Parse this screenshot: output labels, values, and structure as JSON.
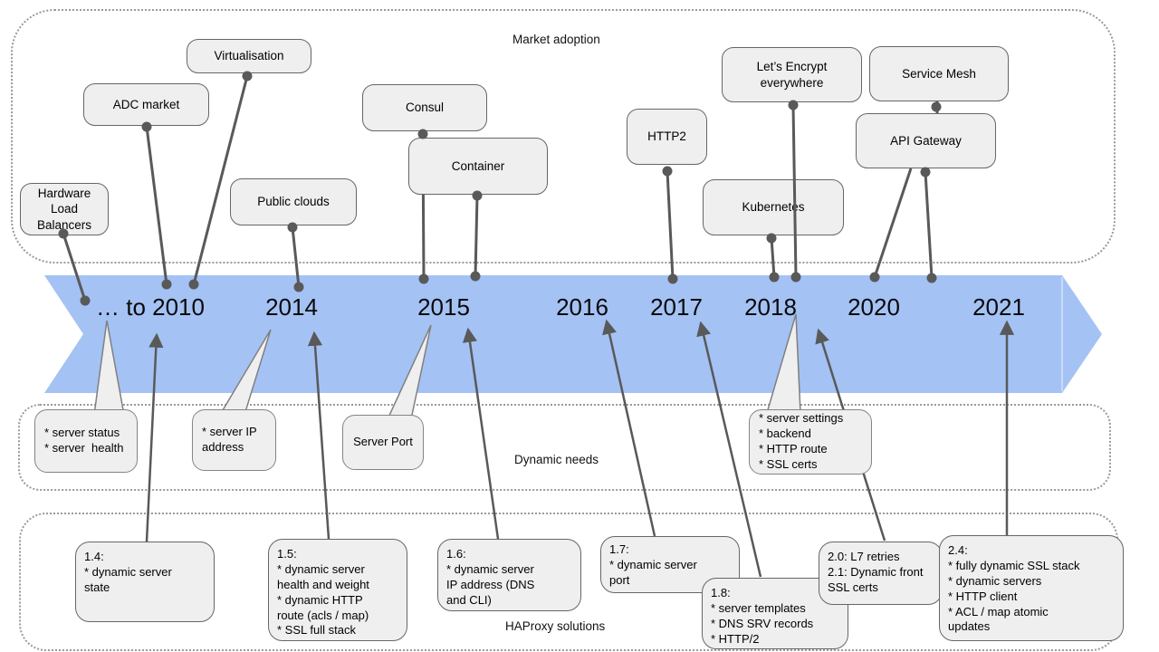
{
  "colors": {
    "band_blue": "#a4c2f4",
    "band_seam": "#c9dbf9",
    "box_fill": "#efefef",
    "box_border": "#666666",
    "bubble_border": "#848484",
    "connector_grey": "#595959",
    "dotted_border": "#9a9a9a",
    "text": "#000000"
  },
  "region_labels": {
    "market_adoption": "Market adoption",
    "dynamic_needs": "Dynamic needs",
    "haproxy_solutions": "HAProxy solutions"
  },
  "timeline": {
    "years": [
      "… to 2010",
      "2014",
      "2015",
      "2016",
      "2017",
      "2018",
      "2020",
      "2021"
    ]
  },
  "market_adoption": {
    "hardware_lb": "Hardware\nLoad\nBalancers",
    "adc_market": "ADC market",
    "virtualisation": "Virtualisation",
    "public_clouds": "Public clouds",
    "consul": "Consul",
    "container": "Container",
    "http2": "HTTP2",
    "kubernetes": "Kubernetes",
    "lets_encrypt": "Let’s Encrypt\neverywhere",
    "service_mesh": "Service Mesh",
    "api_gateway": "API Gateway"
  },
  "dynamic_needs": {
    "needs_2010": "* server status\n* server  health",
    "needs_2014": "* server IP\naddress",
    "needs_2015": "Server Port",
    "needs_2018": "* server settings\n* backend\n* HTTP route\n* SSL certs"
  },
  "haproxy_solutions": {
    "v1_4": "1.4:\n* dynamic server\nstate",
    "v1_5": "1.5:\n* dynamic server\nhealth and weight\n* dynamic HTTP\nroute (acls / map)\n* SSL full stack",
    "v1_6": "1.6:\n* dynamic server\nIP address (DNS\nand CLI)",
    "v1_7": "1.7:\n* dynamic server\nport",
    "v1_8": "1.8:\n* server templates\n* DNS SRV records\n* HTTP/2",
    "v2_0": "2.0: L7 retries\n2.1: Dynamic front\nSSL certs",
    "v2_4": "2.4:\n* fully dynamic SSL stack\n* dynamic servers\n* HTTP client\n* ACL / map atomic\nupdates"
  }
}
